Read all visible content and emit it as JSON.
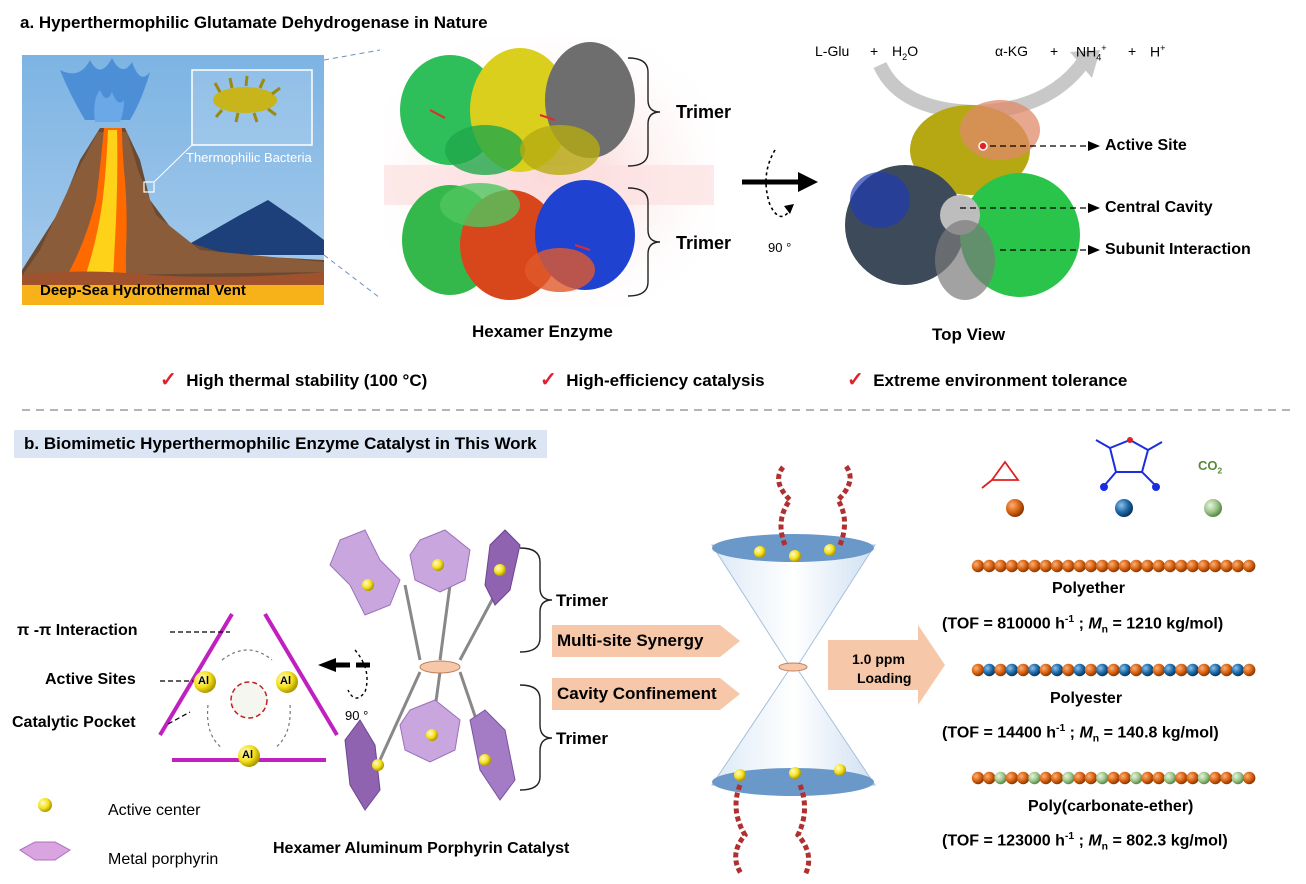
{
  "panel_a": {
    "title": "a. Hyperthermophilic  Glutamate Dehydrogenase in Nature",
    "vent_label": "Deep-Sea Hydrothermal Vent",
    "bacteria_label": "Thermophilic Bacteria",
    "trimer_top": "Trimer",
    "trimer_bottom": "Trimer",
    "rotation": "90 °",
    "hexamer_label": "Hexamer Enzyme",
    "top_view_label": "Top View",
    "reaction": {
      "lglu": "L-Glu",
      "plus1": "+",
      "h2o": "H",
      "h2o_sub": "2",
      "h2o_tail": "O",
      "akg": "α-KG",
      "plus2": "+",
      "nh4": "NH",
      "nh4_sub": "4",
      "nh4_sup": "+",
      "plus3": "+",
      "h": "H",
      "h_sup": "+"
    },
    "annotations": {
      "active_site": "Active Site",
      "central_cavity": "Central Cavity",
      "subunit_interaction": "Subunit Interaction"
    },
    "features": [
      "High thermal stability (100 °C)",
      "High-efficiency catalysis",
      "Extreme environment tolerance"
    ],
    "check_mark": "✓"
  },
  "panel_b": {
    "title": "b. Biomimetic Hyperthermophilic Enzyme Catalyst in This Work",
    "pi_label": "π -π Interaction",
    "active_sites_label": "Active Sites",
    "pocket_label": "Catalytic Pocket",
    "al": "Al",
    "rotation": "90 °",
    "trimer_top": "Trimer",
    "trimer_bottom": "Trimer",
    "multisite": "Multi-site Synergy",
    "cavity": "Cavity Confinement",
    "loading_1": "1.0 ppm",
    "loading_2": "Loading",
    "legend_active": "Active center",
    "legend_porphyrin": "Metal porphyrin",
    "catalyst_label": "Hexamer Aluminum Porphyrin Catalyst",
    "co2": "CO",
    "co2_sub": "2",
    "products": [
      {
        "name": "Polyether",
        "tof": "(TOF = 810000 h",
        "tof_sup": "-1",
        "mn_sep": " ;  ",
        "mn": "M",
        "mn_sub": "n",
        "mn_val": " = 1210 kg/mol)"
      },
      {
        "name": "Polyester",
        "tof": "(TOF = 14400 h",
        "tof_sup": "-1",
        "mn_sep": " ;   ",
        "mn": "M",
        "mn_sub": "n",
        "mn_val": " = 140.8 kg/mol)"
      },
      {
        "name": "Poly(carbonate-ether)",
        "tof": "(TOF = 123000 h",
        "tof_sup": "-1",
        "mn_sep": " ; ",
        "mn": "M",
        "mn_sub": "n",
        "mn_val": " = 802.3 kg/mol)"
      }
    ]
  },
  "colors": {
    "red": "#e0202a",
    "magenta": "#c020c0",
    "salmon": "#f6c7a8",
    "orange_bead": "#d9620f",
    "blue_bead": "#1c6aa8",
    "green_bead": "#9cc48a",
    "yellow": "#f7e71c"
  }
}
